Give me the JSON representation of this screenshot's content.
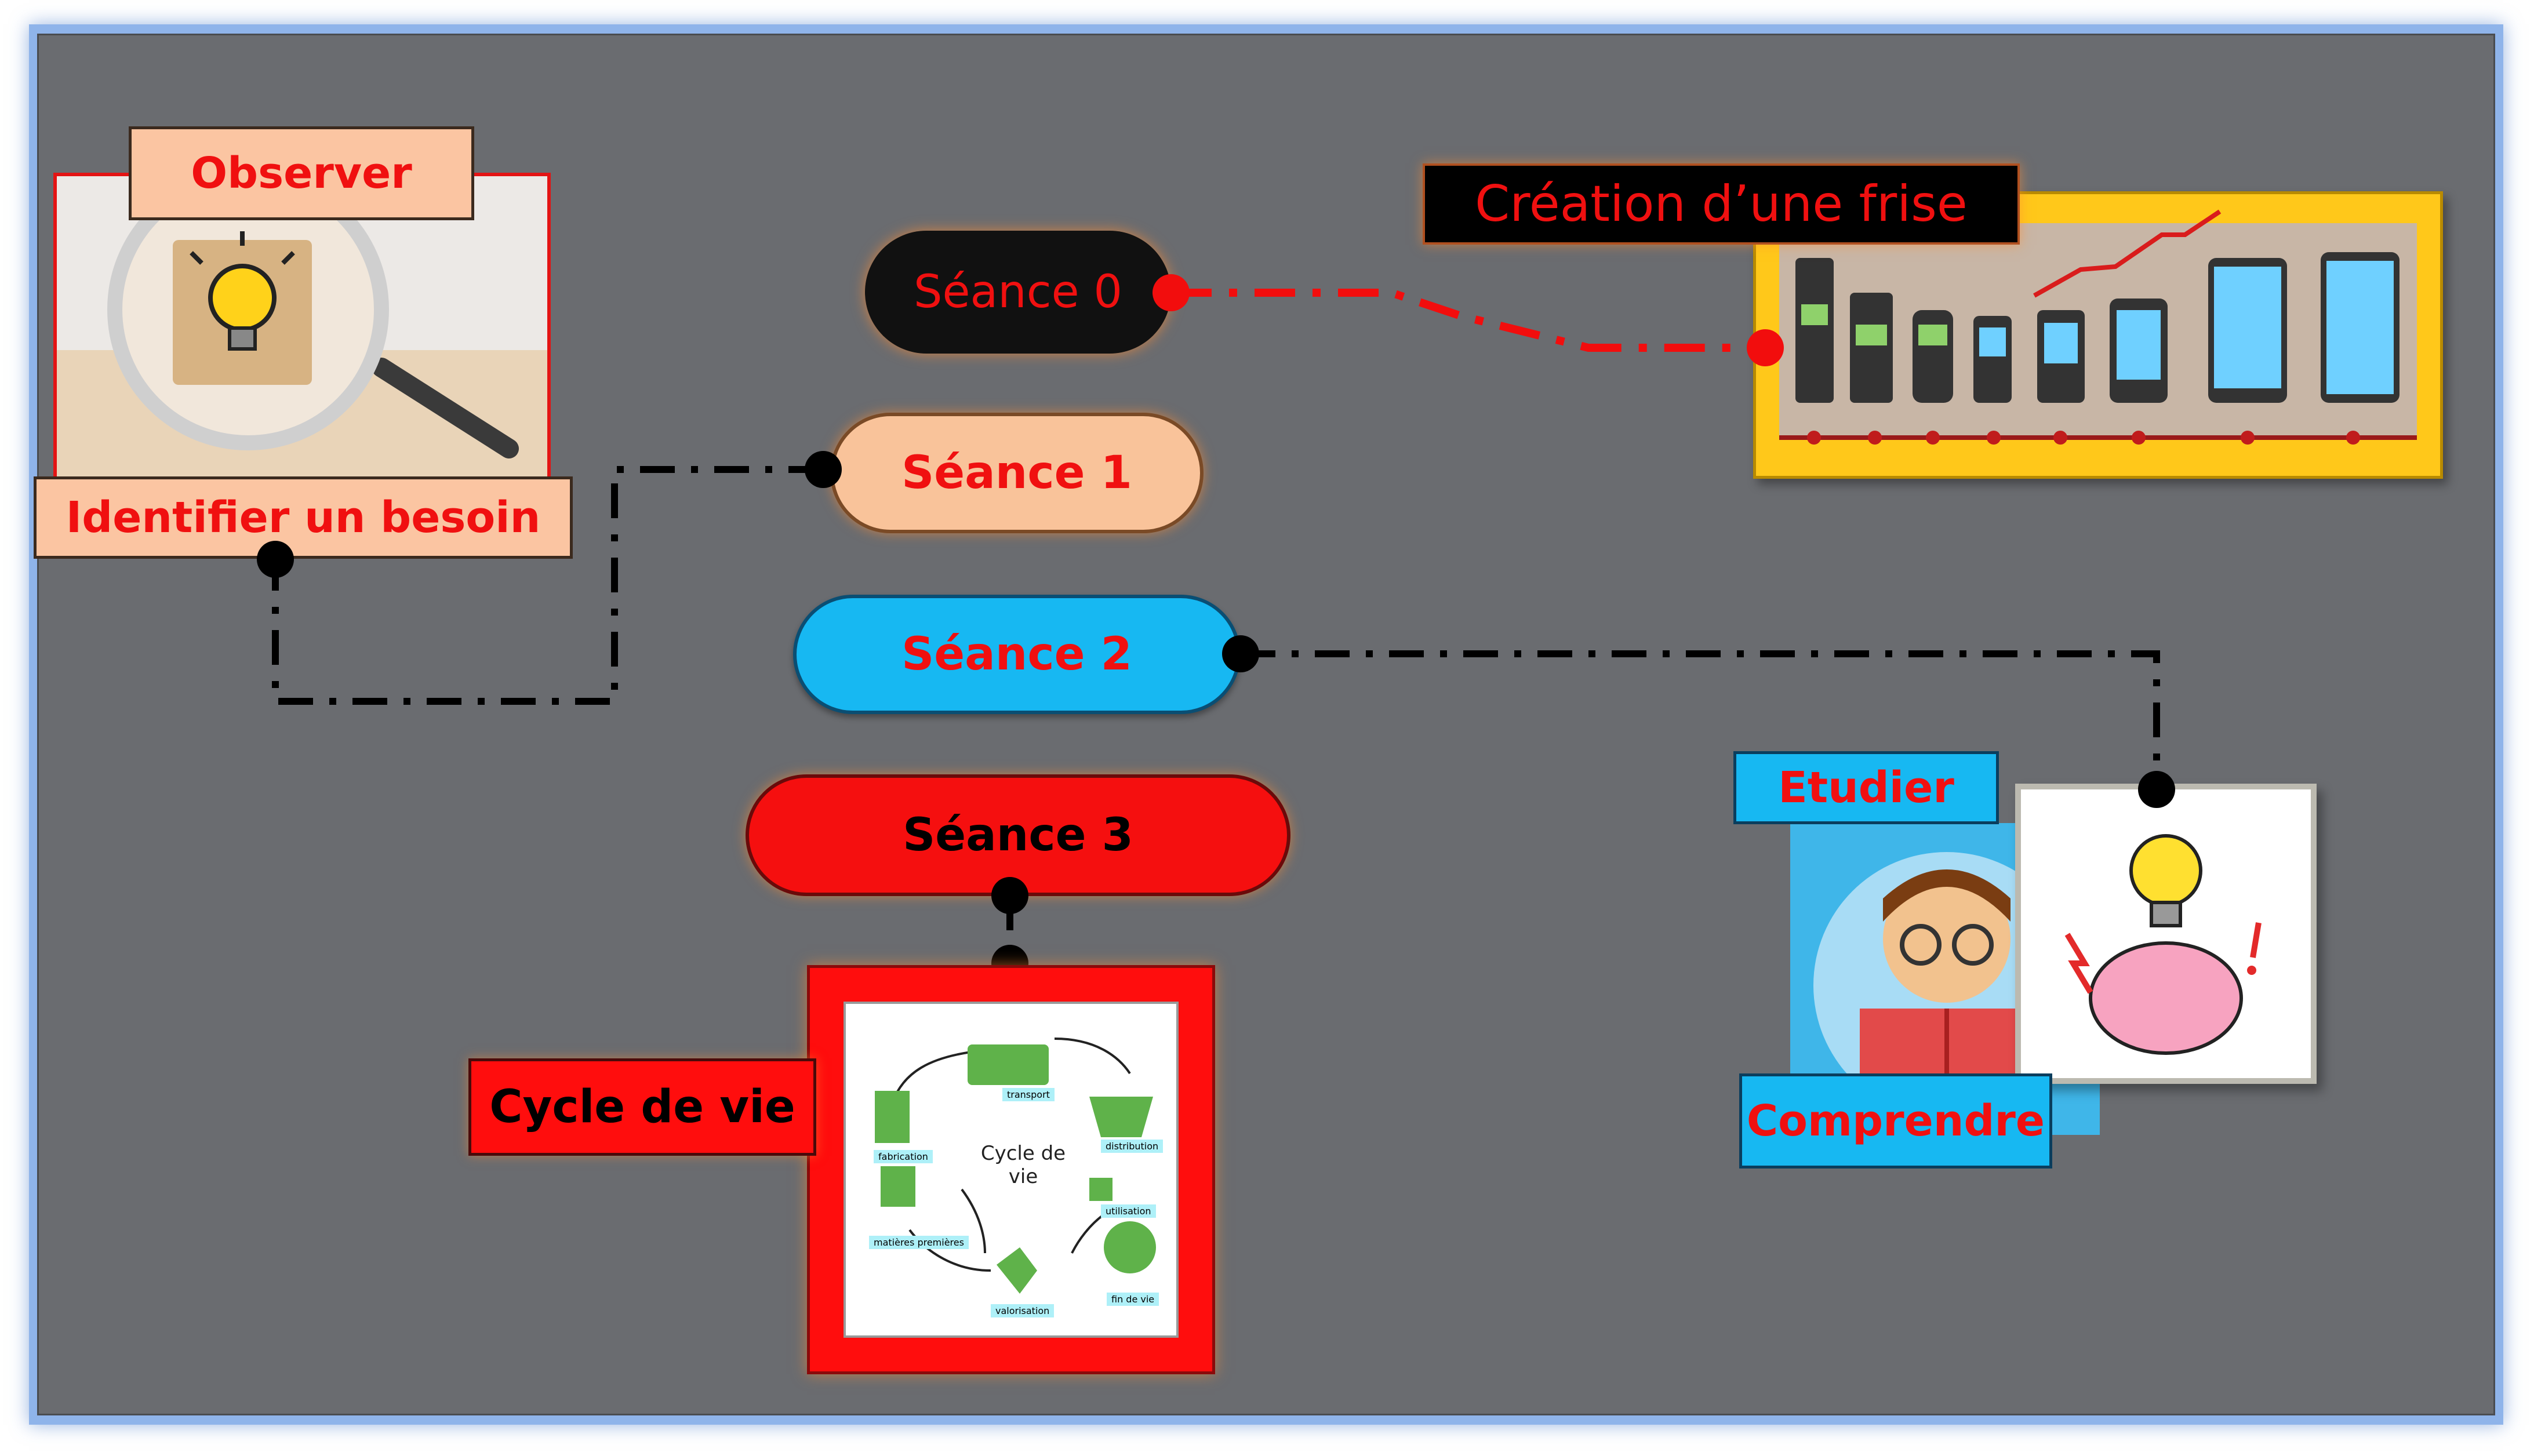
{
  "sessions": [
    {
      "label": "Séance 0"
    },
    {
      "label": "Séance 1"
    },
    {
      "label": "Séance 2"
    },
    {
      "label": "Séance 3"
    }
  ],
  "observe_card": {
    "title": "Observer",
    "caption": "Identifier un besoin"
  },
  "frise_card": {
    "title": "Création d’une frise"
  },
  "study_card": {
    "title": "Etudier",
    "caption": "Comprendre"
  },
  "cycle_card": {
    "title": "Cycle de vie",
    "center_label": "Cycle de vie",
    "stages": [
      "transport",
      "distribution",
      "utilisation",
      "fin de vie",
      "valorisation",
      "matières premières",
      "fabrication"
    ]
  },
  "colors": {
    "canvas": "#6a6c70",
    "seance0": "#111111",
    "seance1": "#f9c39a",
    "seance2": "#17b8f2",
    "seance3": "#f50f0f",
    "text_red": "#f01010",
    "frise_gold": "#ffc81a",
    "connector_red": "#f20d0d"
  }
}
